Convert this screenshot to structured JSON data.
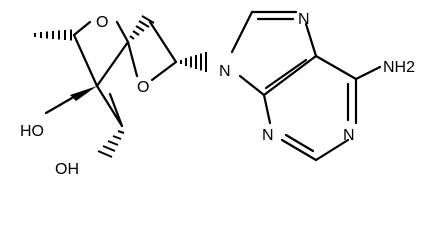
{
  "molecule": {
    "atoms": {
      "n7": "N",
      "n9": "N",
      "n1": "N",
      "n3": "N",
      "nh2": "NH2",
      "o_top": "O",
      "o_bridge": "O",
      "oh_ch2": "HO",
      "oh_ring": "OH"
    }
  }
}
